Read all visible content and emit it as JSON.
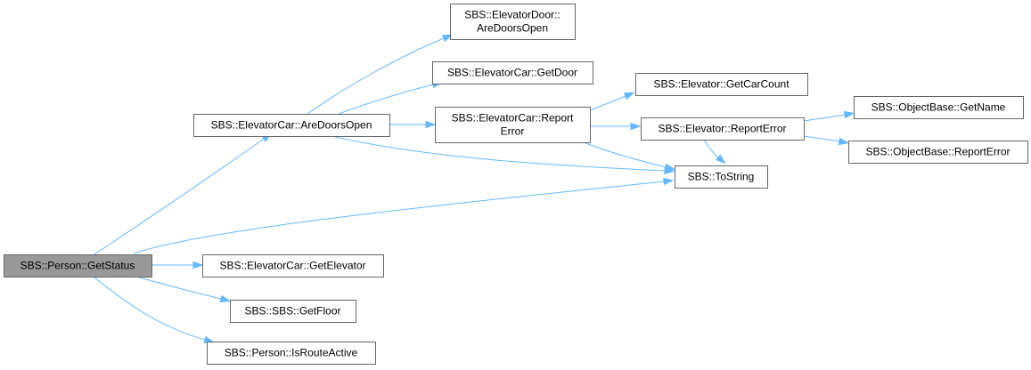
{
  "graph": {
    "colors": {
      "edge": "#63b8ff",
      "node_border": "#666666",
      "root_fill": "#999999",
      "node_fill": "#ffffff"
    },
    "nodes": {
      "person_getstatus": [
        "SBS::Person::GetStatus"
      ],
      "elevatorcar_aredoorsopen": [
        "SBS::ElevatorCar::AreDoorsOpen"
      ],
      "elevatorcar_getelevator": [
        "SBS::ElevatorCar::GetElevator"
      ],
      "sbs_getfloor": [
        "SBS::SBS::GetFloor"
      ],
      "person_isrouteactive": [
        "SBS::Person::IsRouteActive"
      ],
      "tostring": [
        "SBS::ToString"
      ],
      "elevatordoor_aredoorsopen": [
        "SBS::ElevatorDoor::",
        "AreDoorsOpen"
      ],
      "elevatorcar_getdoor": [
        "SBS::ElevatorCar::GetDoor"
      ],
      "elevatorcar_reporterror": [
        "SBS::ElevatorCar::Report",
        "Error"
      ],
      "elevator_getcarcount": [
        "SBS::Elevator::GetCarCount"
      ],
      "elevator_reporterror": [
        "SBS::Elevator::ReportError"
      ],
      "objectbase_getname": [
        "SBS::ObjectBase::GetName"
      ],
      "objectbase_reporterror": [
        "SBS::ObjectBase::ReportError"
      ]
    },
    "edges": [
      [
        "person_getstatus",
        "elevatorcar_aredoorsopen"
      ],
      [
        "person_getstatus",
        "tostring"
      ],
      [
        "person_getstatus",
        "elevatorcar_getelevator"
      ],
      [
        "person_getstatus",
        "sbs_getfloor"
      ],
      [
        "person_getstatus",
        "person_isrouteactive"
      ],
      [
        "elevatorcar_aredoorsopen",
        "elevatordoor_aredoorsopen"
      ],
      [
        "elevatorcar_aredoorsopen",
        "elevatorcar_getdoor"
      ],
      [
        "elevatorcar_aredoorsopen",
        "elevatorcar_reporterror"
      ],
      [
        "elevatorcar_aredoorsopen",
        "tostring"
      ],
      [
        "elevatorcar_reporterror",
        "elevator_getcarcount"
      ],
      [
        "elevatorcar_reporterror",
        "elevator_reporterror"
      ],
      [
        "elevatorcar_reporterror",
        "tostring"
      ],
      [
        "elevator_reporterror",
        "objectbase_getname"
      ],
      [
        "elevator_reporterror",
        "objectbase_reporterror"
      ],
      [
        "elevator_reporterror",
        "tostring"
      ]
    ]
  }
}
